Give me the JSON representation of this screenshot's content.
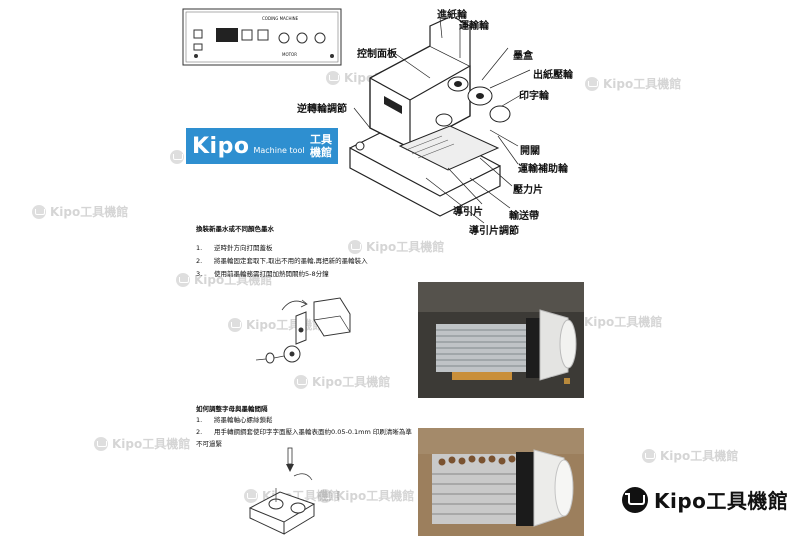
{
  "watermark": "Kipo工具機館",
  "banner": {
    "brand": "Kipo",
    "subtitle": "Machine tool",
    "cn_line1": "工具",
    "cn_line2": "機館"
  },
  "panel": {
    "title": "CODING MACHINE",
    "sub_label": "MOTOR"
  },
  "callouts": {
    "paper_feed_wheel": "進紙輪",
    "transport_wheel": "運輸輪",
    "control_panel": "控制面板",
    "ink_box": "墨盒",
    "paper_out_wheel": "出紙壓輪",
    "print_wheel": "印字輪",
    "reverse_wheel_adjust": "逆轉輪調節",
    "switch": "開關",
    "transport_aux_wheel": "運輸補助輪",
    "pressure_plate": "壓力片",
    "guide_plate": "導引片",
    "conveyor_belt": "輸送帶",
    "guide_plate_adjust": "導引片調節"
  },
  "section1": {
    "heading": "換裝新墨水或不同顏色墨水",
    "steps": [
      {
        "num": "1.",
        "text": "逆時針方向打開蓋板"
      },
      {
        "num": "2.",
        "text": "將墨輪固定套取下,取出不用的墨輪,再把新的墨輪裝入"
      },
      {
        "num": "3.",
        "text": "使用前墨輪務需打開加熱開關約5-8分鐘"
      }
    ]
  },
  "section2": {
    "heading": "如何調整字母與墨輪間隔",
    "steps": [
      {
        "num": "1.",
        "text": "將墨輪軸心螺絲鎖鬆"
      },
      {
        "num": "2.",
        "text": "用手轉鋼鋼套使印字字面壓入墨輪表面約0.05-0.1mm 印刷清晰為準"
      }
    ],
    "note": "不可過緊"
  },
  "logo": {
    "text": "Kipo工具機館"
  }
}
